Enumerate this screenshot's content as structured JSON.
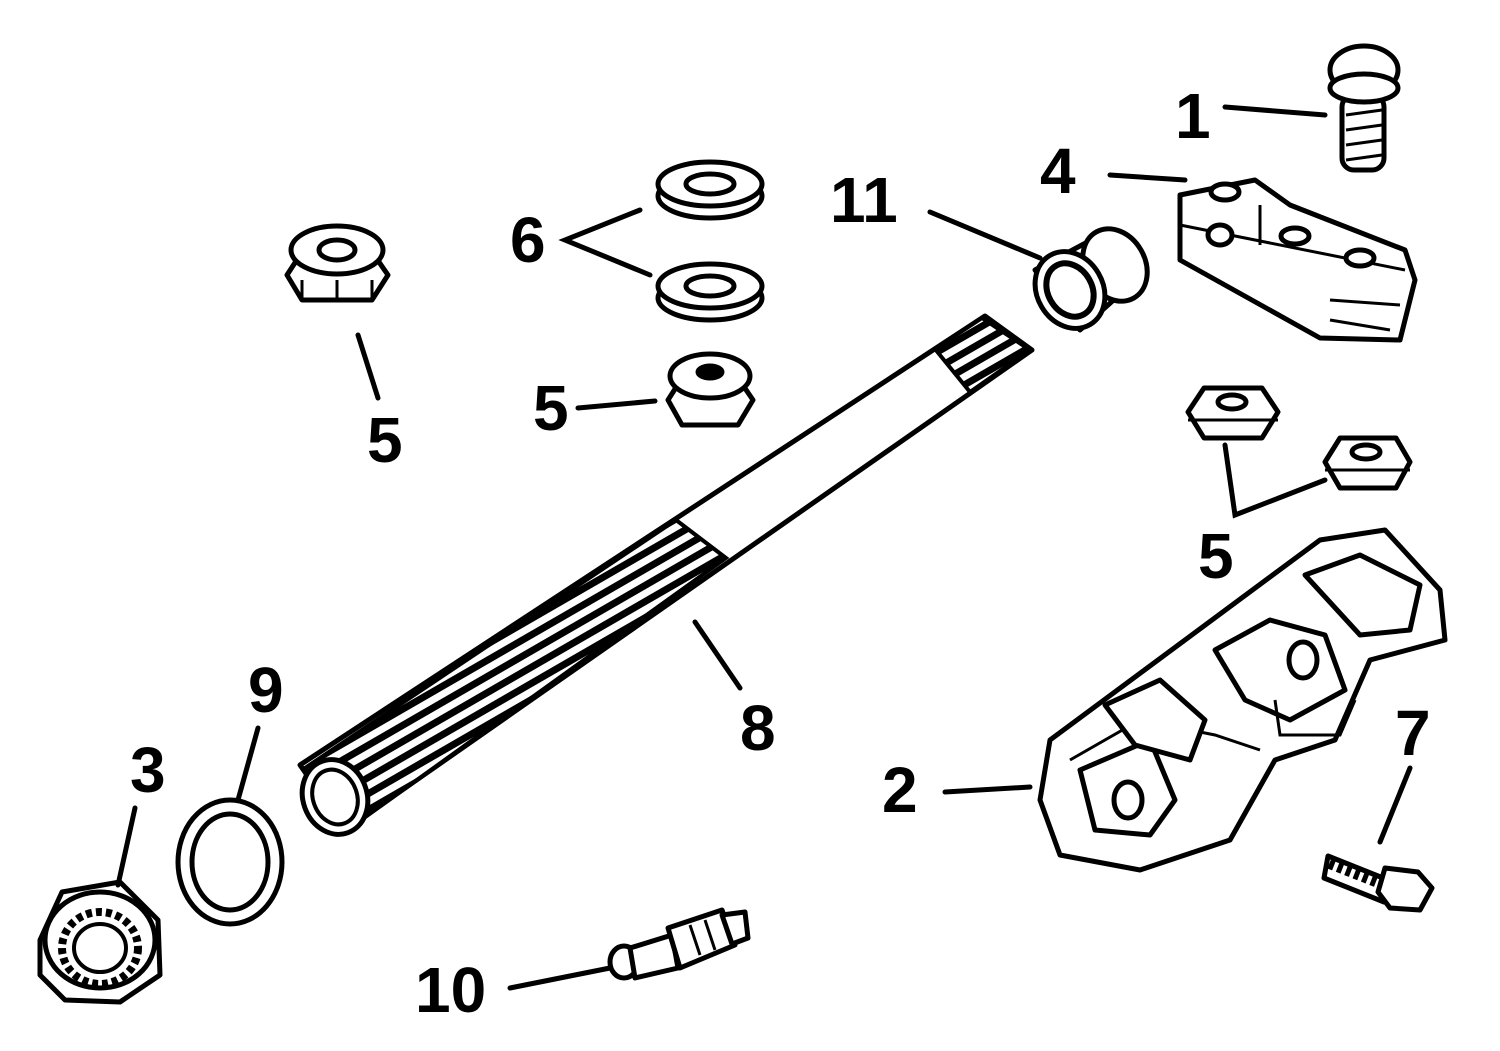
{
  "colors": {
    "ink": "#000000",
    "paper": "#ffffff"
  },
  "callouts": {
    "c1": "1",
    "c2": "2",
    "c3": "3",
    "c4": "4",
    "c5_left": "5",
    "c5_center": "5",
    "c5_right": "5",
    "c6": "6",
    "c7": "7",
    "c8": "8",
    "c9": "9",
    "c10": "10",
    "c11": "11"
  }
}
